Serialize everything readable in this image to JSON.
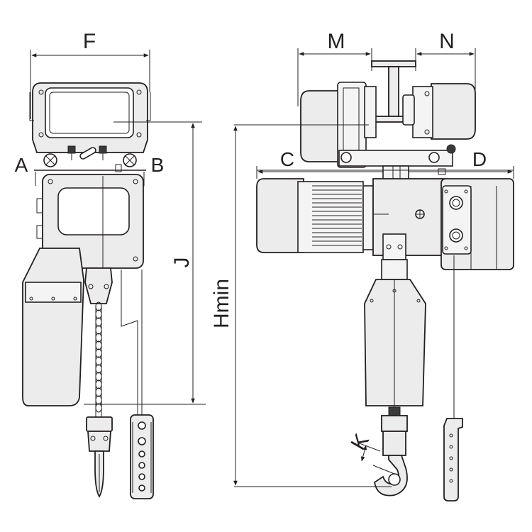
{
  "labels": {
    "F": "F",
    "A": "A",
    "B": "B",
    "J": "J",
    "M": "M",
    "N": "N",
    "C": "C",
    "D": "D",
    "Hmin": "Hmin",
    "K": "K"
  },
  "colors": {
    "line": "#231f20",
    "fill": "#ececec"
  }
}
